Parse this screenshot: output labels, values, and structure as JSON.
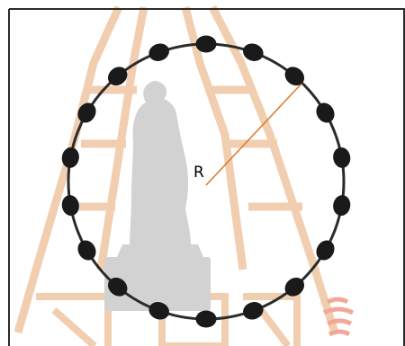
{
  "diagram": {
    "radius_label": "R",
    "bead_count": 18,
    "colors": {
      "ring": "#2b2b2b",
      "bead": "#1a1a1a",
      "radius_line": "#e07b2c",
      "frame_border": "#2b2b2b",
      "watermark": "#e8a06a",
      "watermark_red": "#e04a2a",
      "statue": "#d2d2d2"
    },
    "watermark": {
      "description_icon": "university-seal-watermark"
    }
  }
}
